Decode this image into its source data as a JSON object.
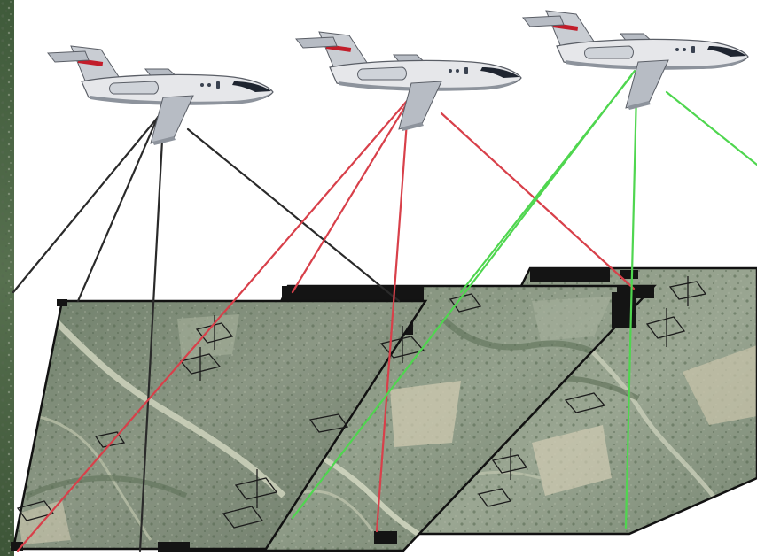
{
  "colors": {
    "background": "#ffffff",
    "ray_plane_1": "#2a2a2a",
    "ray_plane_2": "#d8404a",
    "ray_plane_3": "#4fd64f",
    "terrain_base": "#7c8a74",
    "frame_edge": "#111111"
  },
  "scene": {
    "planes": [
      {
        "id": "plane-1",
        "icon": "jet-aircraft-icon",
        "ray_color": "#2a2a2a"
      },
      {
        "id": "plane-2",
        "icon": "jet-aircraft-icon",
        "ray_color": "#d8404a"
      },
      {
        "id": "plane-3",
        "icon": "jet-aircraft-icon",
        "ray_color": "#4fd64f"
      }
    ],
    "photo_frames": [
      {
        "id": "frame-1",
        "content": "aerial-terrain-photo"
      },
      {
        "id": "frame-2",
        "content": "aerial-terrain-photo"
      },
      {
        "id": "frame-3",
        "content": "aerial-terrain-photo"
      }
    ]
  }
}
